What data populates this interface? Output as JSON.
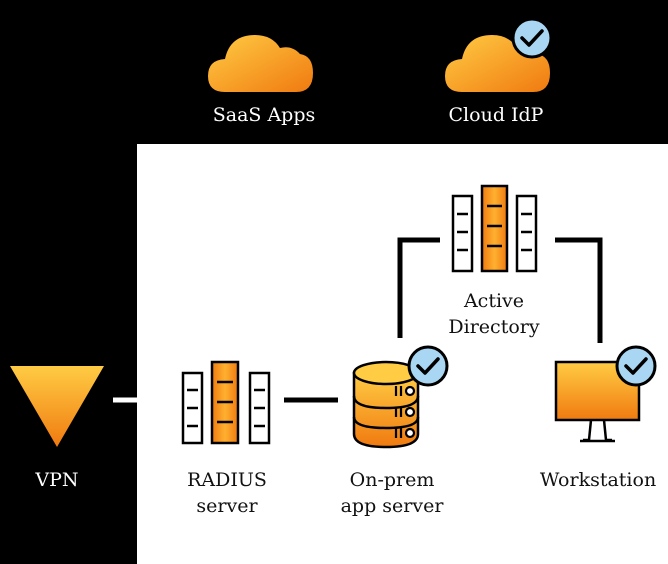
{
  "colors": {
    "background": "#000000",
    "panel": "#ffffff",
    "orange_light": "#ffcc44",
    "orange_dark": "#f07a10",
    "check_blue": "#a9d6f2",
    "outline": "#000000"
  },
  "nodes": {
    "saas": {
      "label": "SaaS Apps",
      "icon": "cloud-icon"
    },
    "idp": {
      "label": "Cloud IdP",
      "icon": "cloud-check-icon"
    },
    "ad": {
      "label_lines": [
        "Active",
        "Directory"
      ],
      "icon": "server-rack-icon"
    },
    "vpn": {
      "label": "VPN",
      "icon": "funnel-icon"
    },
    "radius": {
      "label_lines": [
        "RADIUS",
        "server"
      ],
      "icon": "server-rack-icon"
    },
    "onprem": {
      "label_lines": [
        "On-prem",
        "app server"
      ],
      "icon": "database-check-icon"
    },
    "workstation": {
      "label": "Workstation",
      "icon": "monitor-check-icon"
    }
  }
}
